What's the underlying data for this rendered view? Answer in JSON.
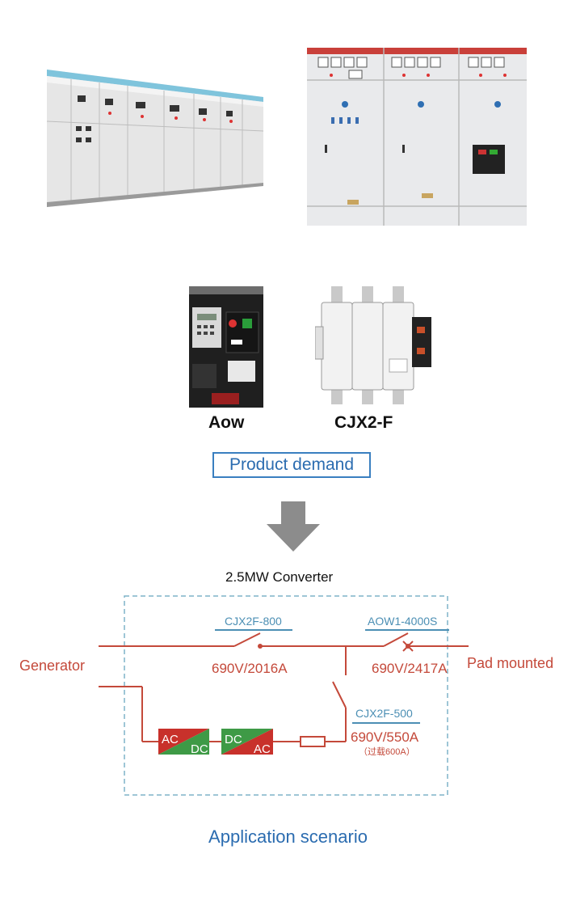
{
  "products": {
    "breaker_name": "Aow",
    "contactor_name": "CJX2-F"
  },
  "product_demand_label": "Product demand",
  "converter_title": "2.5MW Converter",
  "diagram": {
    "left_label": "Generator",
    "right_label": "Pad mounted",
    "switch1": {
      "model": "CJX2F-800",
      "rating": "690V/2016A"
    },
    "switch2": {
      "model": "AOW1-4000S",
      "rating": "690V/2417A"
    },
    "switch3": {
      "model": "CJX2F-500",
      "rating": "690V/550A",
      "note": "（过载600A）"
    },
    "converter1": {
      "top": "AC",
      "bottom": "DC"
    },
    "converter2": {
      "top": "DC",
      "bottom": "AC"
    }
  },
  "application_label": "Application scenario",
  "colors": {
    "line_red": "#c4493a",
    "model_blue": "#4c8fb4",
    "heading_blue": "#2b6cb0",
    "dash_teal": "#7fb3c8",
    "converter_red": "#c8312b",
    "converter_green": "#3e9a46"
  }
}
